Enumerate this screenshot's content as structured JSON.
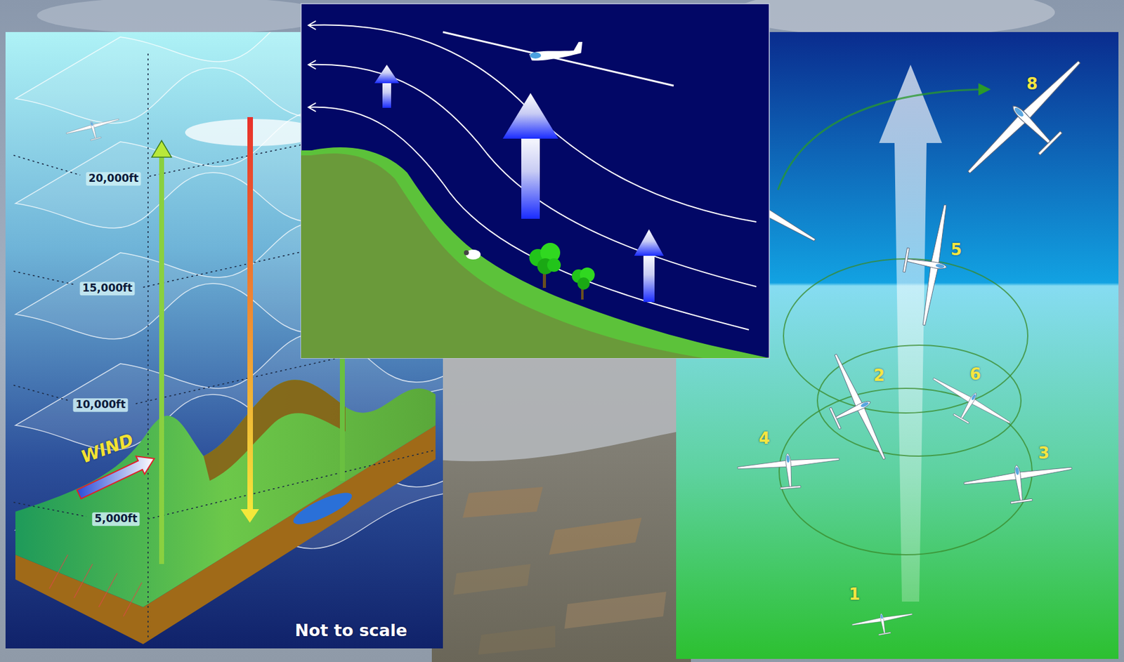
{
  "diagram": {
    "labels": [
      "20,000ft",
      "15,000ft",
      "10,000ft",
      "5,000ft",
      "WIND",
      "Not to scale",
      "8",
      "5",
      "2",
      "6",
      "4",
      "3",
      "1"
    ]
  }
}
